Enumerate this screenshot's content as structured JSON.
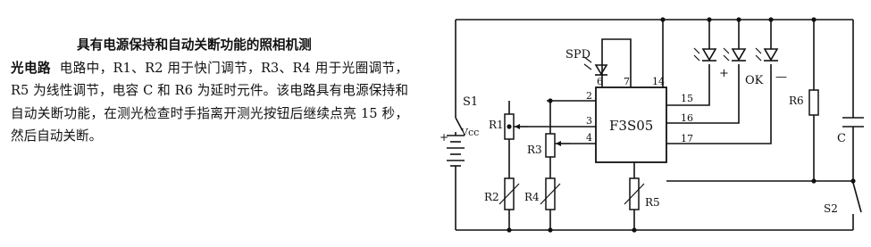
{
  "description": {
    "title_line1": "具有电源保持和自动关断功能的照相机测",
    "title_line2": "光电路",
    "body": "电路中，R1、R2 用于快门调节，R3、R4 用于光圈调节，R5 为线性调节，电容 C 和 R6 为延时元件。该电路具有电源保持和自动关断功能，在测光检查时手指离开测光按钮后继续点亮 15 秒，然后自动关断。"
  },
  "circuit": {
    "ic_label": "F3S05",
    "pins": [
      "6",
      "7",
      "14",
      "15",
      "2",
      "3",
      "4",
      "16",
      "17"
    ],
    "components": {
      "spd": "SPD",
      "s1": "S1",
      "vcc": "Vcc",
      "r1": "R1",
      "r2": "R2",
      "r3": "R3",
      "r4": "R4",
      "r5": "R5",
      "r6": "R6",
      "c": "C",
      "s2": "S2"
    },
    "led_labels": {
      "plus": "+",
      "ok": "OK",
      "minus": "—"
    }
  }
}
